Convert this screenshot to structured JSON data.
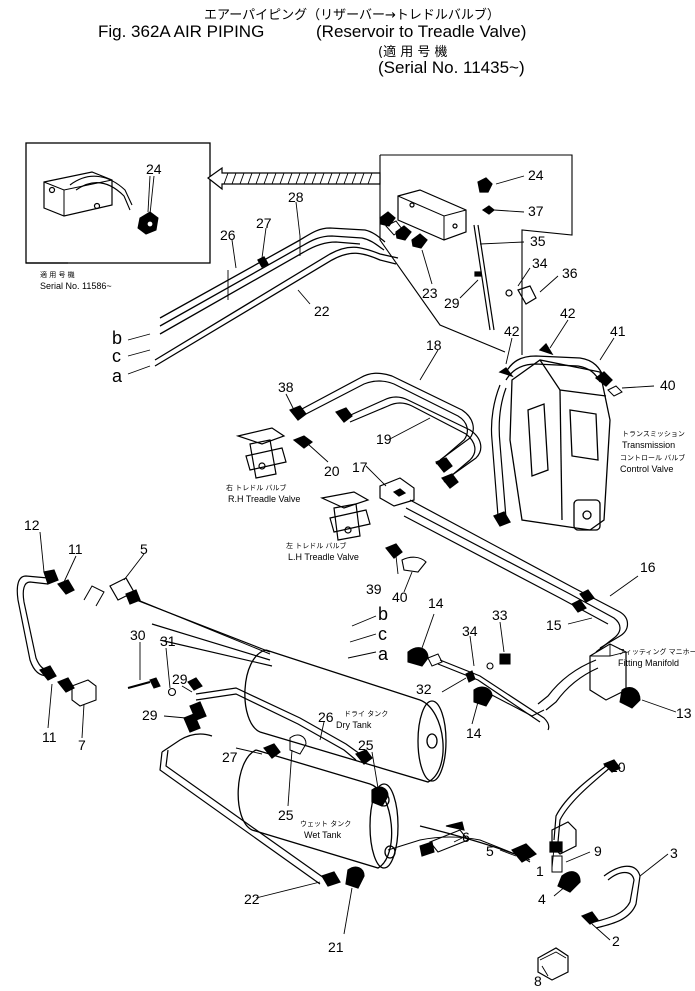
{
  "header": {
    "line1_jp": "エアーパイピング（リザーバー→トレドルバルブ）",
    "fig_title": "Fig. 362A  AIR PIPING",
    "subtitle": "(Reservoir to Treadle Valve)",
    "serial_jp": "(適 用 号 機",
    "serial": "(Serial No. 11435~)"
  },
  "inset": {
    "serial_jp": "適 用 号 機",
    "serial": "Serial No. 11586~"
  },
  "labels": {
    "rh_treadle_jp": "右 トレドル バルブ",
    "rh_treadle": "R.H Treadle Valve",
    "lh_treadle_jp": "左 トレドル バルブ",
    "lh_treadle": "L.H Treadle Valve",
    "transmission_jp1": "トランスミッション",
    "transmission": "Transmission",
    "control_jp": "コントロール バルブ",
    "control_valve": "Control Valve",
    "fitting_jp": "フィッティング マニホールド",
    "fitting_manifold": "Fitting Manifold",
    "dry_tank_jp": "ドライ タンク",
    "dry_tank": "Dry Tank",
    "wet_tank_jp": "ウェット タンク",
    "wet_tank": "Wet Tank"
  },
  "pipe_letters": {
    "top": [
      "b",
      "c",
      "a"
    ],
    "mid": [
      "b",
      "c",
      "a"
    ]
  },
  "callouts": {
    "c1": "1",
    "c2": "2",
    "c3": "3",
    "c4": "4",
    "c5a": "5",
    "c5b": "5",
    "c6": "6",
    "c7": "7",
    "c8": "8",
    "c9": "9",
    "c10": "10",
    "c11a": "11",
    "c11b": "11",
    "c12": "12",
    "c13": "13",
    "c14a": "14",
    "c14b": "14",
    "c15": "15",
    "c16": "16",
    "c17": "17",
    "c18": "18",
    "c19": "19",
    "c20": "20",
    "c21": "21",
    "c22a": "22",
    "c22b": "22",
    "c23": "23",
    "c24a": "24",
    "c24b": "24",
    "c25a": "25",
    "c25b": "25",
    "c26a": "26",
    "c26b": "26",
    "c27a": "27",
    "c27b": "27",
    "c28": "28",
    "c29a": "29",
    "c29b": "29",
    "c29c": "29",
    "c30": "30",
    "c31": "31",
    "c32": "32",
    "c33": "33",
    "c34a": "34",
    "c34b": "34",
    "c35": "35",
    "c36": "36",
    "c37": "37",
    "c38": "38",
    "c39": "39",
    "c40a": "40",
    "c40b": "40",
    "c41": "41",
    "c42a": "42",
    "c42b": "42"
  }
}
